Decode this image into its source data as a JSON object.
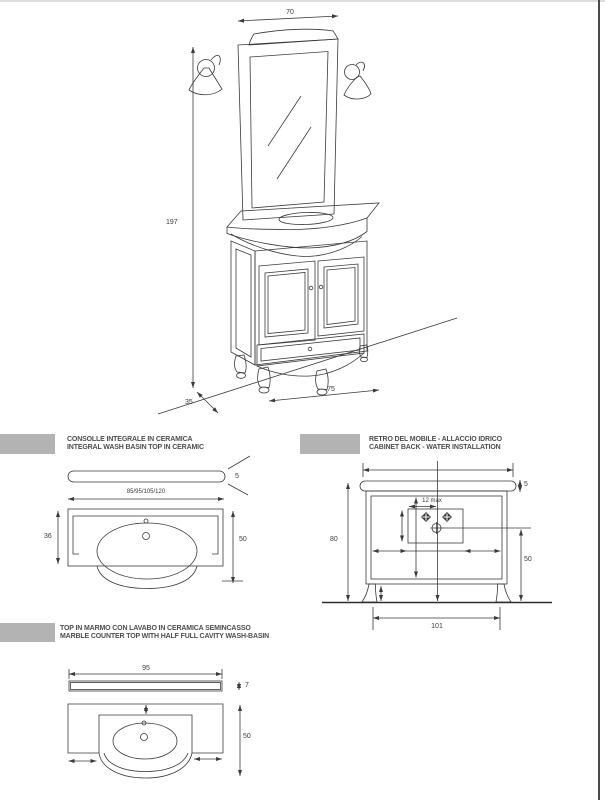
{
  "page": {
    "background": "#ffffff",
    "line_color": "#3a3a3a",
    "header_bar_color": "#b3b3b3",
    "border_right_color": "#4a4a4a"
  },
  "main_drawing": {
    "dim_width_top": "70",
    "dim_height": "197",
    "dim_depth": "35",
    "dim_width_cabinet": "75"
  },
  "section_ceramic_top": {
    "title_it": "CONSOLLE INTEGRALE IN CERAMICA",
    "title_en": "INTEGRAL WASH BASIN TOP IN CERAMIC",
    "dim_thickness": "5",
    "dim_width_options": "85/95/105/120",
    "dim_depth_inner": "36",
    "dim_depth_total": "50"
  },
  "section_cabinet_back": {
    "title_it": "RETRO DEL MOBILE - ALLACCIO IDRICO",
    "title_en": "CABINET BACK - WATER INSTALLATION",
    "dim_top_thickness": "5",
    "dim_drain_offset": "12 max",
    "dim_height": "80",
    "dim_drain_height": "50",
    "dim_width": "101"
  },
  "section_marble_top": {
    "title_it": "TOP IN MARMO CON LAVABO IN CERAMICA SEMINCASSO",
    "title_en": "MARBLE COUNTER TOP WITH HALF FULL CAVITY WASH-BASIN",
    "dim_width": "95",
    "dim_thickness": "7",
    "dim_depth_total": "50"
  }
}
